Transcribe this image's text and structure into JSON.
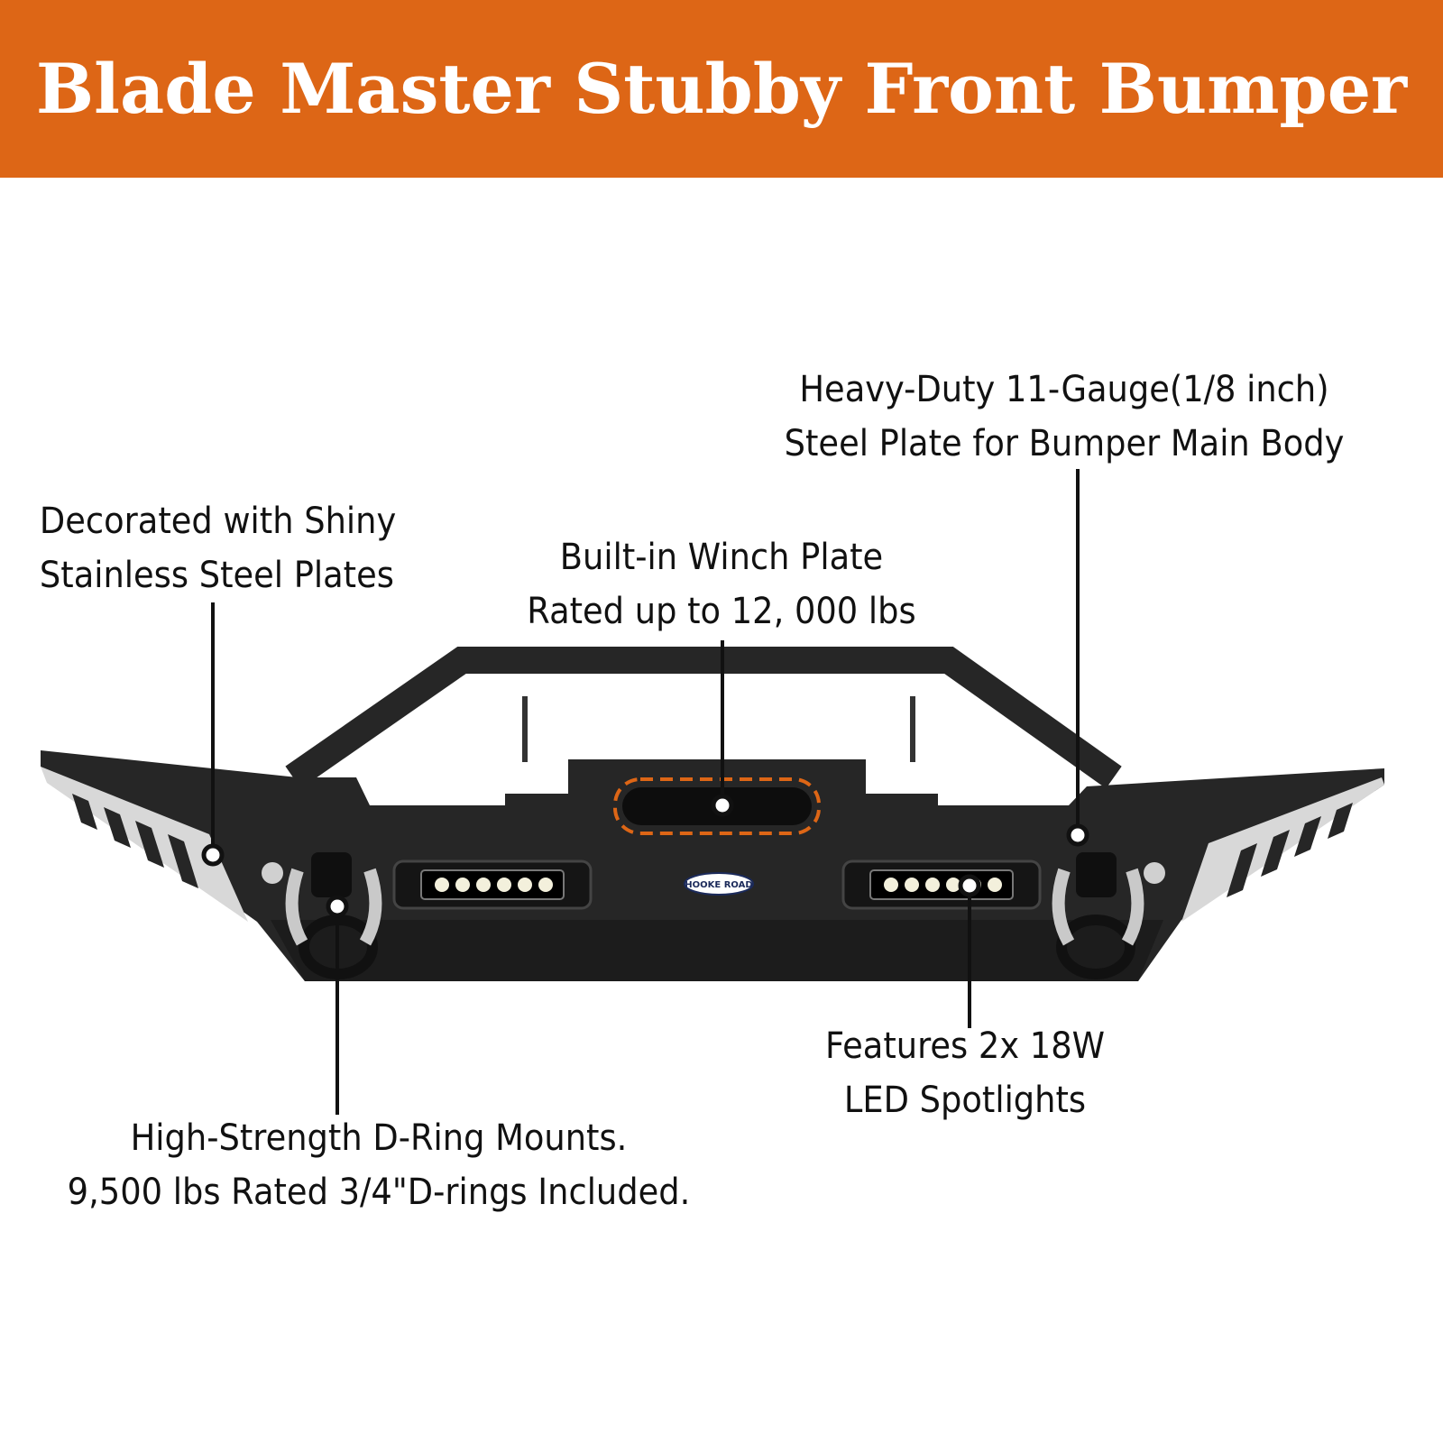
{
  "header": {
    "title": "Blade Master Stubby Front Bumper"
  },
  "callouts": {
    "steel_plate": {
      "line1": "Heavy-Duty 11-Gauge(1/8 inch)",
      "line2": "Steel Plate for Bumper Main Body"
    },
    "stainless": {
      "line1": "Decorated with Shiny",
      "line2": "Stainless Steel Plates"
    },
    "winch": {
      "line1": "Built-in Winch Plate",
      "line2": "Rated up to 12, 000 lbs"
    },
    "led": {
      "line1": "Features 2x 18W",
      "line2": "LED Spotlights"
    },
    "dring": {
      "line1": "High-Strength D-Ring Mounts.",
      "line2": "9,500 lbs Rated 3/4\"D-rings Included."
    }
  },
  "product": {
    "logo_text": "HOOKE ROAD"
  },
  "colors": {
    "brand": "#DD6616",
    "bumper": "#262626",
    "steel": "#d8d8d8"
  }
}
